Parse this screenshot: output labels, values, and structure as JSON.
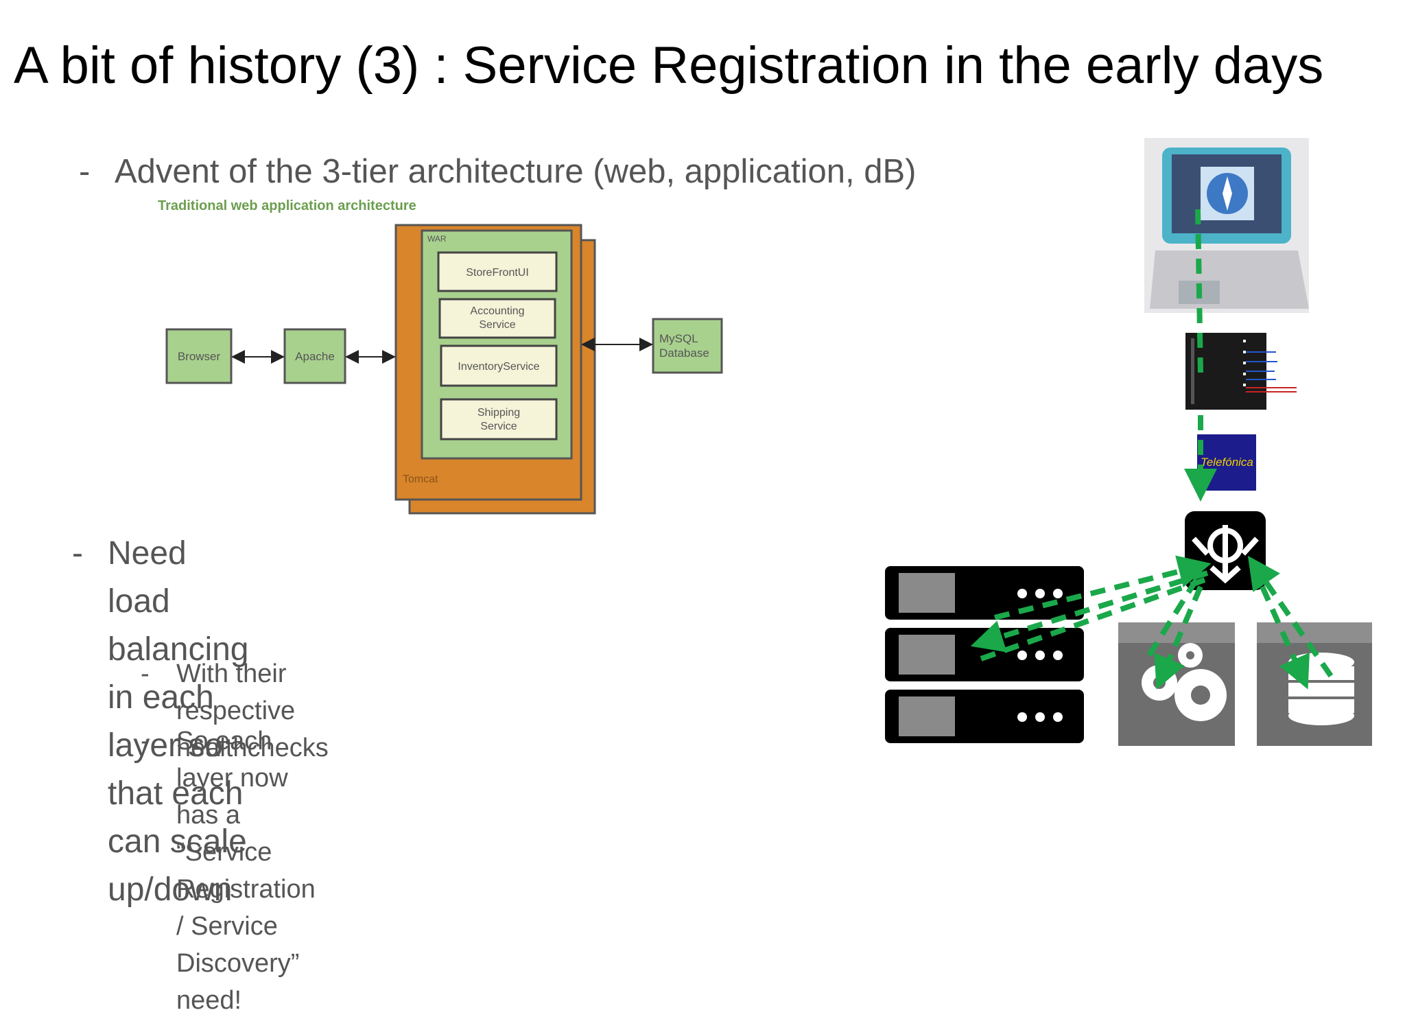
{
  "slide": {
    "title": "A bit of history (3) : Service Registration in the early days",
    "bullets": [
      {
        "dash": "-",
        "text": "Advent of the 3-tier architecture (web, application, dB)"
      },
      {
        "dash": "-",
        "text": "Need load balancing in each layer so\nthat each can scale up/down"
      }
    ],
    "sub_bullets": [
      {
        "dash": "-",
        "text": "With their respective healthchecks"
      },
      {
        "dash": "-",
        "text": "So each layer now has a “Service Registration\n/ Service Discovery” need!"
      }
    ]
  },
  "architecture_diagram": {
    "caption": "Traditional web application architecture",
    "browser": "Browser",
    "apache": "Apache",
    "war_label": "WAR",
    "tomcat_label": "Tomcat",
    "services": [
      "StoreFrontUI",
      "Accounting\nService",
      "InventoryService",
      "Shipping\nService"
    ],
    "database": "MySQL\nDatabase",
    "colors": {
      "box_green": "#a9d18e",
      "tomcat_orange": "#d9852b",
      "border": "#555555"
    }
  },
  "network_diagram": {
    "icons": [
      "laptop-icon",
      "modem-icon",
      "telefonica-logo-icon",
      "load-balancer-icon",
      "web-server-icon",
      "app-server-icon",
      "database-server-icon"
    ],
    "logo_text": "Telefónica",
    "colors": {
      "arrow": "#1aa84a",
      "server_bg": "#000000"
    }
  }
}
